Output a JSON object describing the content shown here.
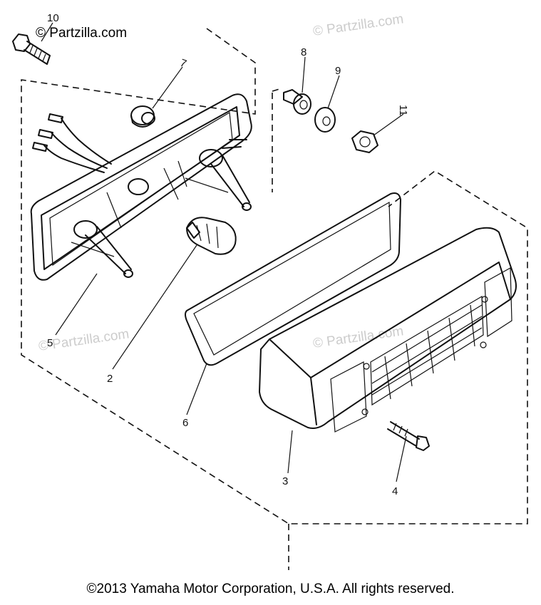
{
  "watermarks": {
    "primary": "© Partzilla.com",
    "repeat": "© Partzilla.com"
  },
  "callouts": {
    "c1": "10",
    "c2": "7",
    "c3": "8",
    "c4": "9",
    "c5": "11",
    "c6": "5",
    "c7": "2",
    "c8": "6",
    "c9": "3",
    "c10": "4"
  },
  "footer": {
    "copyright": "©2013 Yamaha Motor Corporation, U.S.A. All rights reserved."
  }
}
